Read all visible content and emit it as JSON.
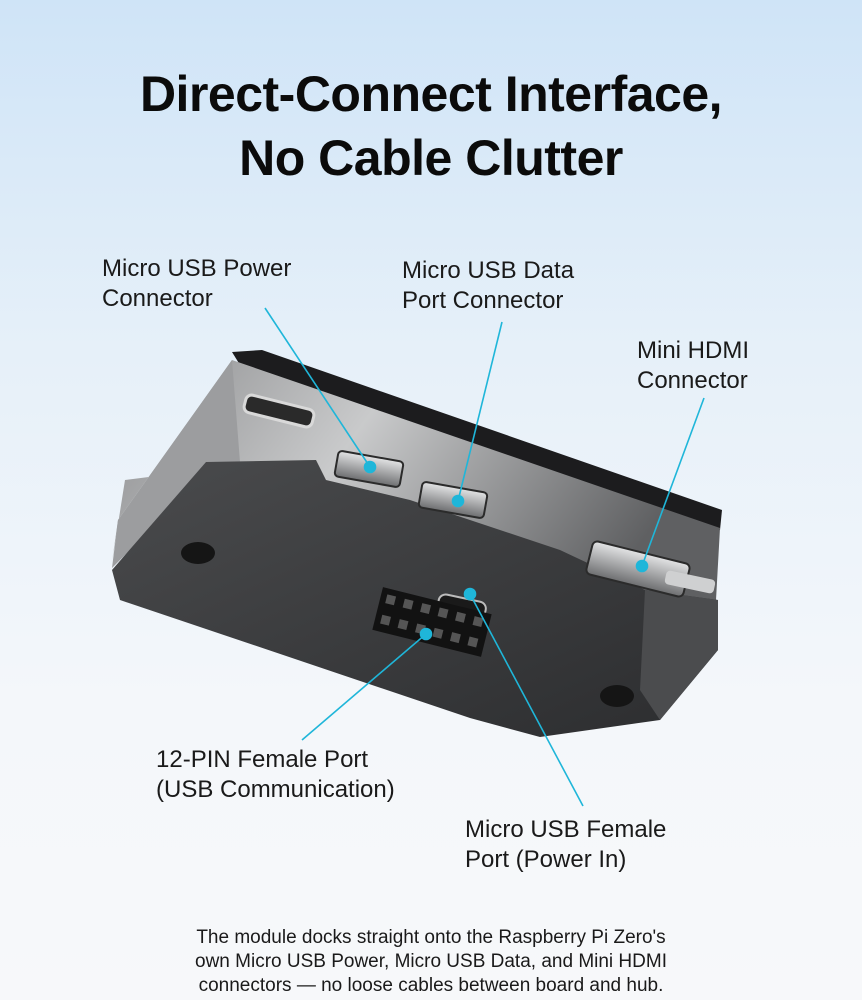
{
  "heading": {
    "line1": "Direct-Connect Interface,",
    "line2": "No Cable Clutter"
  },
  "callouts": {
    "micro_usb_power": {
      "line1": "Micro USB Power",
      "line2": "Connector"
    },
    "micro_usb_data": {
      "line1": "Micro USB Data",
      "line2": "Port Connector"
    },
    "mini_hdmi": {
      "line1": "Mini HDMI",
      "line2": "Connector"
    },
    "pin_port": {
      "line1": "12-PIN Female Port",
      "line2": "(USB Communication)"
    },
    "micro_usb_female": {
      "line1": "Micro USB Female",
      "line2": "Port (Power In)"
    }
  },
  "caption": {
    "line1": "The module docks straight onto the Raspberry Pi Zero's",
    "line2": "own Micro USB Power, Micro USB Data, and Mini HDMI",
    "line3": "connectors — no loose cables between board and hub."
  },
  "colors": {
    "accent": "#1fb6d9",
    "device_body": "#3a3b3d",
    "device_face": "#7a7b7d"
  }
}
